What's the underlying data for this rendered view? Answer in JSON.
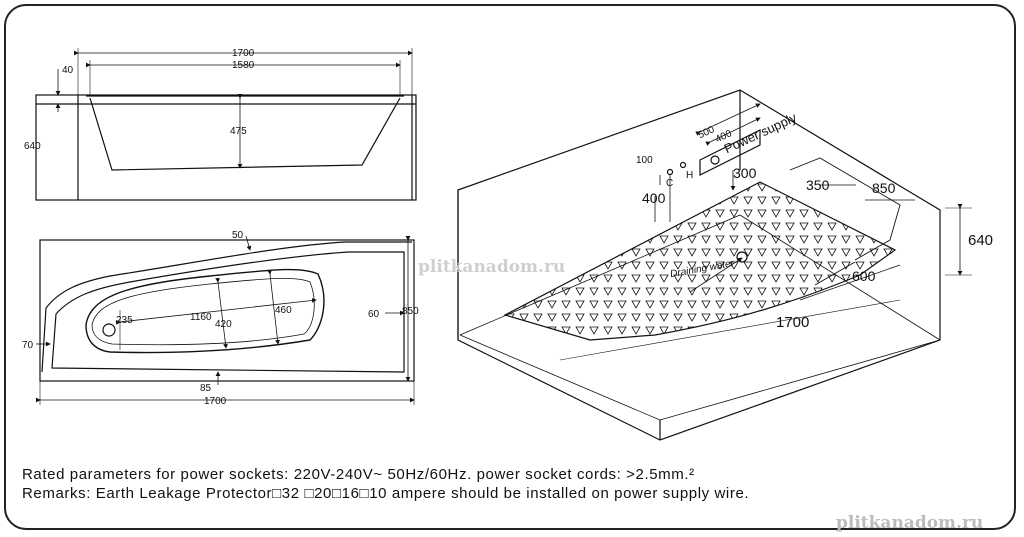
{
  "watermark": "plitkanadom.ru",
  "top_view": {
    "overall_width": "1700",
    "inner_width": "1580",
    "rim": "40",
    "height": "640",
    "depth": "475"
  },
  "plan_view": {
    "rim_top": "50",
    "drain_dia": "235",
    "inner_length": "1160",
    "width_a": "420",
    "width_b": "460",
    "right_margin": "60",
    "overall_depth": "850",
    "left_margin": "70",
    "bottom_margin": "85",
    "overall_length": "1700"
  },
  "iso_view": {
    "dim_500": "500",
    "dim_400_top": "400",
    "power_supply": "Power supply",
    "dim_100": "100",
    "label_c": "C",
    "label_h": "H",
    "dim_300": "300",
    "dim_350": "350",
    "dim_850": "850",
    "dim_640": "640",
    "dim_400_left": "400",
    "draining_water": "Draining water",
    "dim_600": "600",
    "dim_1700": "1700"
  },
  "notes": {
    "line1": "Rated parameters for power sockets: 220V-240V~ 50Hz/60Hz. power socket cords: >2.5mm.²",
    "line2": "Remarks: Earth Leakage Protector□32 □20□16□10 ampere should be installed on power supply wire."
  }
}
